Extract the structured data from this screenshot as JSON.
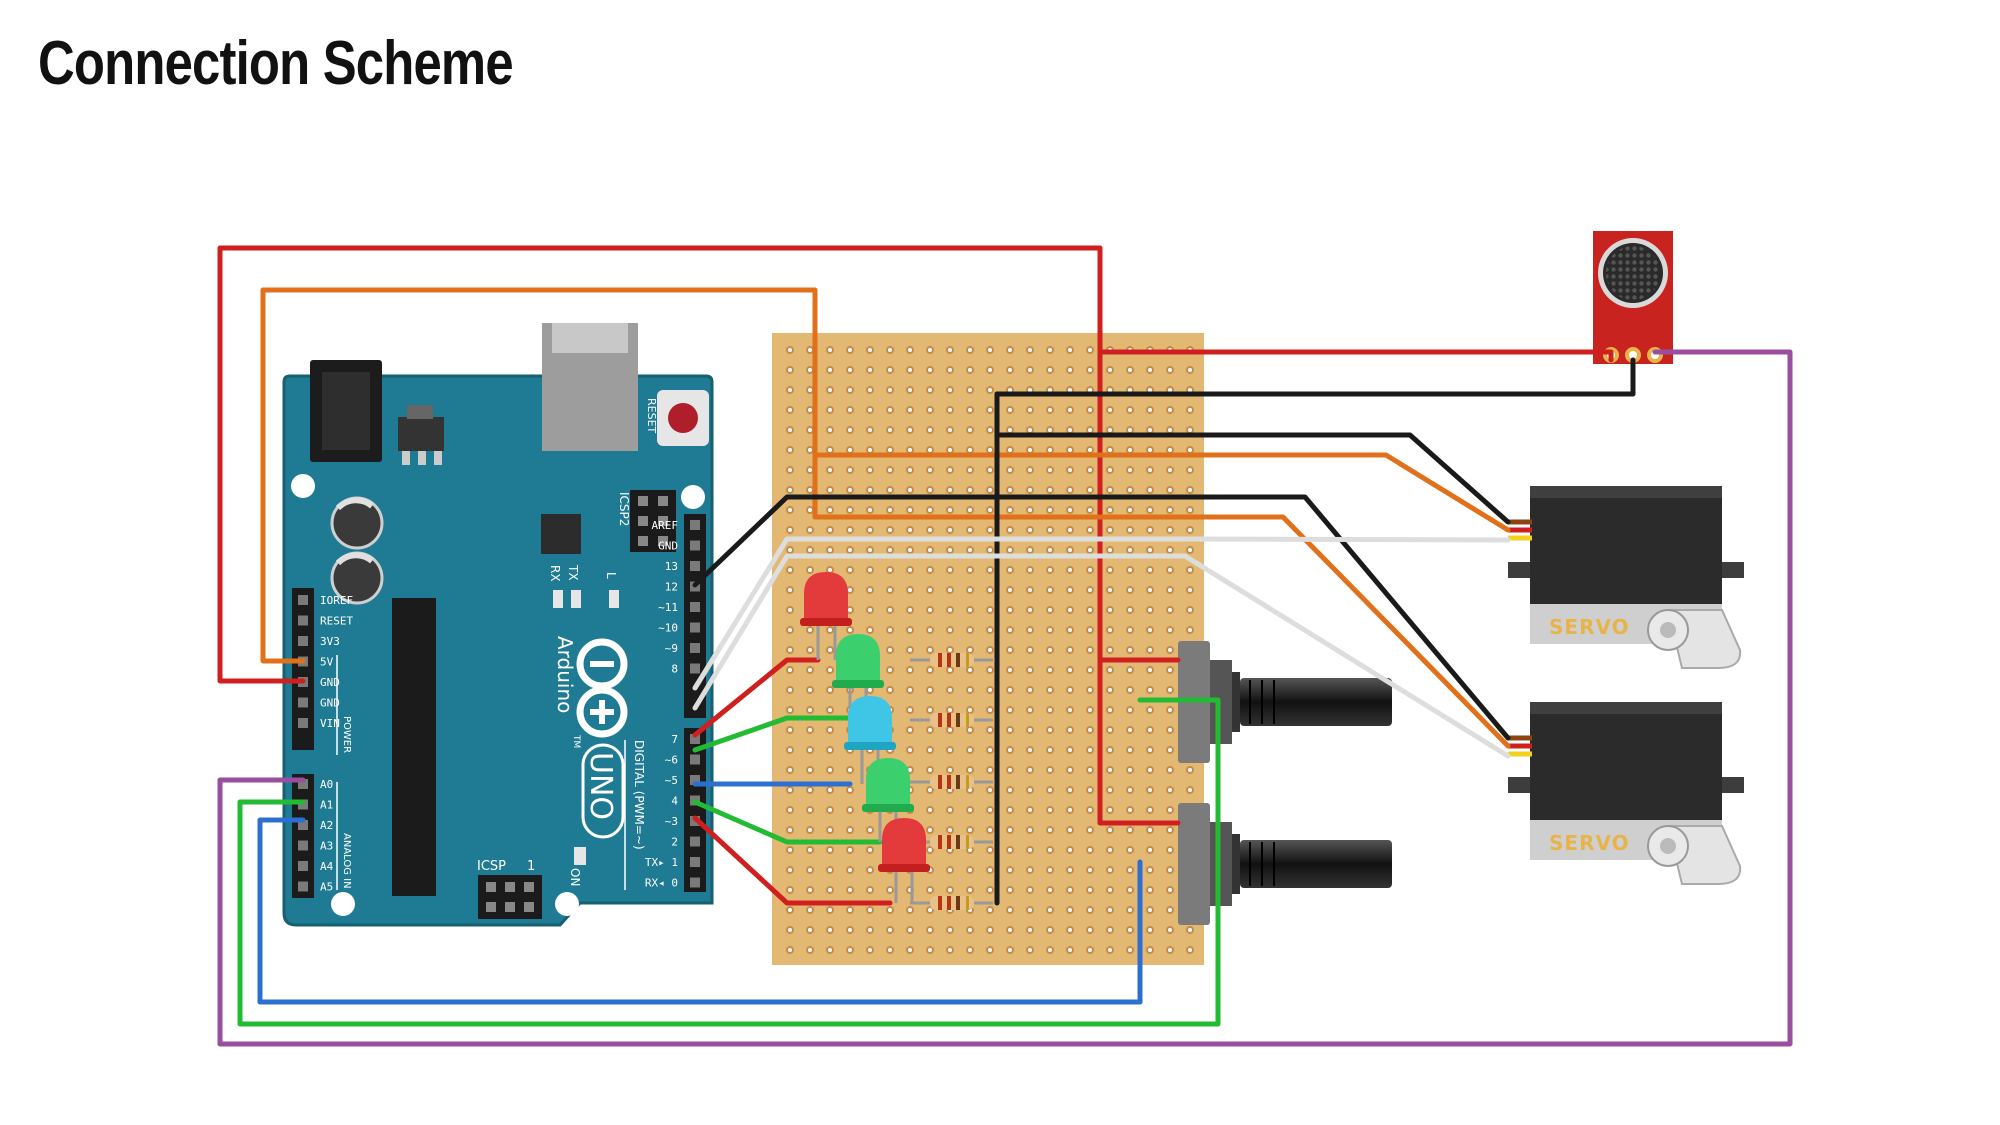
{
  "title": "Connection Scheme",
  "arduino": {
    "brand": "Arduino",
    "model": "UNO",
    "trademark": "TM",
    "reset_label": "RESET",
    "icsp2_label": "ICSP2",
    "icsp_label": "ICSP",
    "icsp_pin_mark": "1",
    "tx_label": "TX",
    "rx_label": "RX",
    "l_label": "L",
    "on_label": "ON",
    "digital_label": "DIGITAL (PWM=~)",
    "power_label": "POWER",
    "analog_label": "ANALOG IN",
    "power_pins": [
      "IOREF",
      "RESET",
      "3V3",
      "5V",
      "GND",
      "GND",
      "VIN"
    ],
    "analog_pins": [
      "A0",
      "A1",
      "A2",
      "A3",
      "A4",
      "A5"
    ],
    "digital_pins_top": [
      "AREF",
      "GND",
      "13",
      "12",
      "~11",
      "~10",
      "~9",
      "8"
    ],
    "digital_pins_bottom": [
      "7",
      "~6",
      "~5",
      "4",
      "~3",
      "2",
      "TX▸ 1",
      "RX◂ 0"
    ]
  },
  "servo_label": "SERVO",
  "colors": {
    "board": "#1f7a93",
    "stripboard": "#e3b873",
    "wire_red": "#d01f1f",
    "wire_orange": "#e07019",
    "wire_black": "#1a1a1a",
    "wire_green": "#22bb33",
    "wire_blue": "#2d6fd0",
    "wire_purple": "#9a4e9e",
    "wire_white": "#dddddd",
    "sensor": "#c8231e",
    "servo_body": "#2b2b2b"
  },
  "components": {
    "leds": [
      "red",
      "green",
      "cyan",
      "green",
      "red"
    ],
    "potentiometers": 2,
    "servos": 2,
    "sensor": "sound-sensor"
  }
}
